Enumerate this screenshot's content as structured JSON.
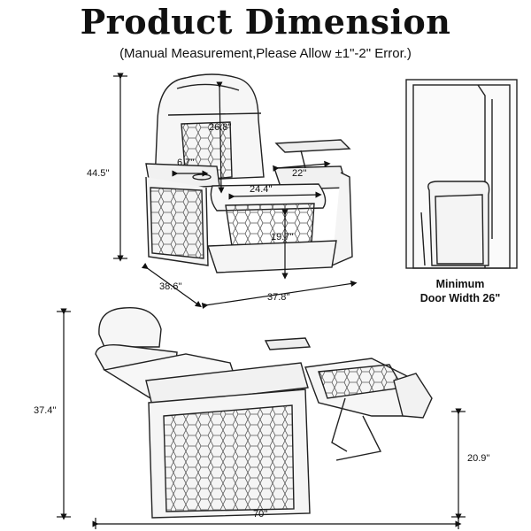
{
  "title": "Product Dimension",
  "subtitle": "(Manual Measurement,Please Allow ±1\"-2\" Error.)",
  "dimensions": {
    "headrest_height": "26.8''",
    "armrest_width": "6.7''",
    "tray_width": "22''",
    "seat_width": "24.4''",
    "seat_depth": "19.7''",
    "total_height": "44.5''",
    "depth": "38.6''",
    "width": "37.8''",
    "reclined_height": "37.4''",
    "footrest_height": "20.9''",
    "reclined_length": "70''"
  },
  "door": {
    "line1": "Minimum",
    "line2": "Door Width 26\""
  }
}
